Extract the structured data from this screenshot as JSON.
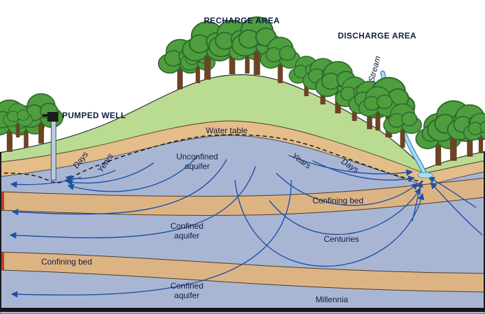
{
  "colors": {
    "sky": "#ffffff",
    "surface_green": "#b9dc92",
    "tree_green": "#4e9e3e",
    "trunk_brown": "#6b4423",
    "soil_tan": "#e3bd8a",
    "confining_tan": "#dcb484",
    "aquifer_blue": "#a9b6d3",
    "flow_blue": "#1d52a8",
    "stream_light": "#a8dcf2",
    "stream_dark": "#4a92c0",
    "edge_red": "#c23b2a",
    "label_navy": "#101c42",
    "well_pipe": "#b9cade"
  },
  "areas": {
    "recharge": "RECHARGE AREA",
    "discharge": "DISCHARGE AREA",
    "pumped_well": "PUMPED WELL",
    "stream": "Stream",
    "water_table": "Water table"
  },
  "layers": {
    "unconfined_line1": "Unconfined",
    "unconfined_line2": "aquifer",
    "confining_bed_upper": "Confining bed",
    "confined_mid_line1": "Confined",
    "confined_mid_line2": "aquifer",
    "confining_bed_lower": "Confining bed",
    "confined_bottom_line1": "Confined",
    "confined_bottom_line2": "aquifer"
  },
  "flow_times": {
    "days_left": "Days",
    "years_left": "Years",
    "years_right": "Years",
    "days_right": "Days",
    "centuries": "Centuries",
    "millennia": "Millennia"
  }
}
